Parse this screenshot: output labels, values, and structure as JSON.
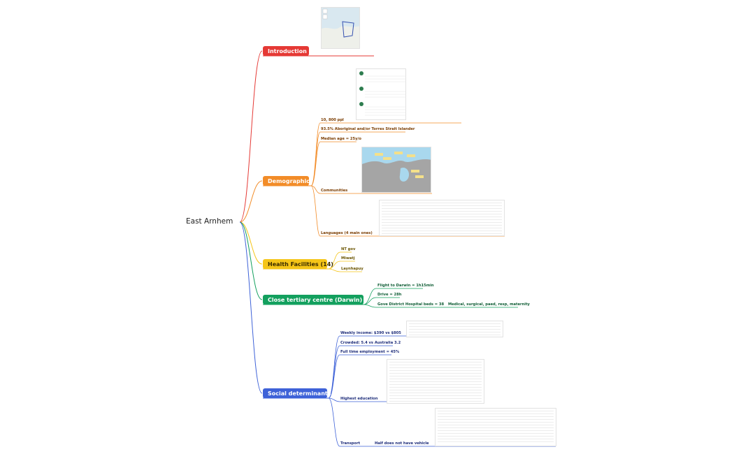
{
  "root": {
    "label": "East Arnhem"
  },
  "branches": [
    {
      "id": "intro",
      "label": "Introduction",
      "color": "#e53935",
      "children": []
    },
    {
      "id": "demo",
      "label": "Demographic",
      "color": "#f28c28",
      "children": [
        {
          "label": "10, 800 ppl"
        },
        {
          "label": "93.5% Aboriginal and/or Torres Strait Islander"
        },
        {
          "label": "Median age = 25y/o"
        },
        {
          "label": "Communities"
        },
        {
          "label": "Languages (4 main ones)"
        }
      ]
    },
    {
      "id": "health",
      "label": "Health Facilities (14)",
      "color": "#f5c518",
      "children": [
        {
          "label": "NT gov"
        },
        {
          "label": "Miwatj"
        },
        {
          "label": "Laynhapuy"
        }
      ]
    },
    {
      "id": "close",
      "label": "Close tertiary centre (Darwin)",
      "color": "#13a05e",
      "children": [
        {
          "label": "Flight to Darwin = 1h15min"
        },
        {
          "label": "Drive = 28h"
        },
        {
          "label": "Gove District Hospital beds = 38",
          "sub": "Medical, surgical, paed, resp, maternity"
        }
      ]
    },
    {
      "id": "social",
      "label": "Social determinants",
      "color": "#3e62d8",
      "children": [
        {
          "label": "Weekly income: $390 vs $805"
        },
        {
          "label": "Crowded:  5.4 vs Australia 3.2"
        },
        {
          "label": "Full time employment = 45%"
        },
        {
          "label": "Highest education"
        },
        {
          "label": "Transport",
          "sub": "Half does not have vehicle"
        }
      ]
    }
  ]
}
